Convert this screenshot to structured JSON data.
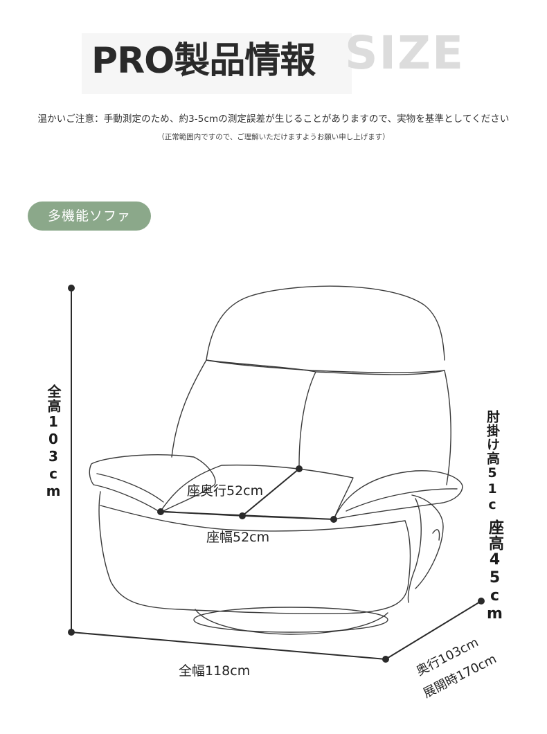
{
  "header": {
    "title": "PRO製品情報",
    "size_label": "SIZE"
  },
  "notes": {
    "line1": "温かいご注意：手動測定のため、約3-5cmの測定誤差が生じることがありますので、実物を基準としてください",
    "line2": "（正常範囲内ですので、ご理解いただけますようお願い申し上げます）"
  },
  "badge": {
    "label": "多機能ソファ",
    "color": "#8ba88a"
  },
  "dimensions": {
    "total_height": "全高103cm",
    "armrest_height": "肘掛け高51c",
    "seat_height": "座高45cm",
    "seat_depth": "座奥行52cm",
    "seat_width": "座幅52cm",
    "full_width": "全幅118cm",
    "depth": "奥行103cm",
    "open_depth": "展開時170cm"
  }
}
